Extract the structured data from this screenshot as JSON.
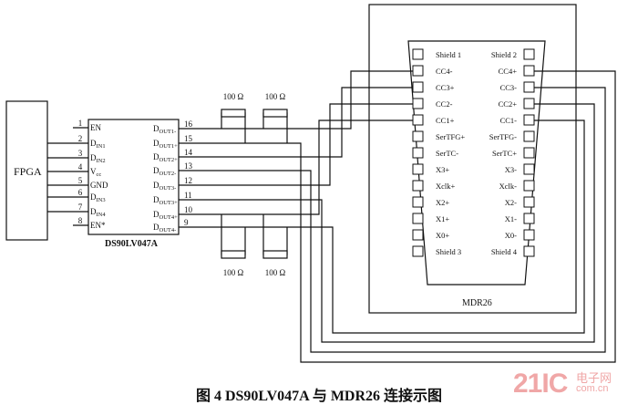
{
  "fpga": "FPGA",
  "chip": {
    "name": "DS90LV047A",
    "left_pins": [
      {
        "num": "1",
        "label": "EN"
      },
      {
        "num": "2",
        "label": "DIN1"
      },
      {
        "num": "3",
        "label": "DIN2"
      },
      {
        "num": "4",
        "label": "Vcc"
      },
      {
        "num": "5",
        "label": "GND"
      },
      {
        "num": "6",
        "label": "DIN3"
      },
      {
        "num": "7",
        "label": "DIN4"
      },
      {
        "num": "8",
        "label": "EN*"
      }
    ],
    "right_pins": [
      {
        "num": "16",
        "label": "DOUT1-"
      },
      {
        "num": "15",
        "label": "DOUT1+"
      },
      {
        "num": "14",
        "label": "DOUT2+"
      },
      {
        "num": "13",
        "label": "DOUT2-"
      },
      {
        "num": "12",
        "label": "DOUT3-"
      },
      {
        "num": "11",
        "label": "DOUT3+"
      },
      {
        "num": "10",
        "label": "DOUT4+"
      },
      {
        "num": "9",
        "label": "DOUT4-"
      }
    ]
  },
  "resistors": [
    "100 Ω",
    "100 Ω",
    "100 Ω",
    "100 Ω"
  ],
  "connector": {
    "name": "MDR26",
    "left_pins": [
      "Shield 1",
      "CC4-",
      "CC3+",
      "CC2-",
      "CC1+",
      "SerTFG+",
      "SerTC-",
      "X3+",
      "Xclk+",
      "X2+",
      "X1+",
      "X0+",
      "Shield 3"
    ],
    "right_pins": [
      "Shield 2",
      "CC4+",
      "CC3-",
      "CC2+",
      "CC1-",
      "SerTFG-",
      "SerTC+",
      "X3-",
      "Xclk-",
      "X2-",
      "X1-",
      "X0-",
      "Shield 4"
    ]
  },
  "caption": "图 4   DS90LV047A 与 MDR26 连接示图",
  "watermark": {
    "big": "21IC",
    "line1": "电子网",
    "line2": "com.cn"
  }
}
